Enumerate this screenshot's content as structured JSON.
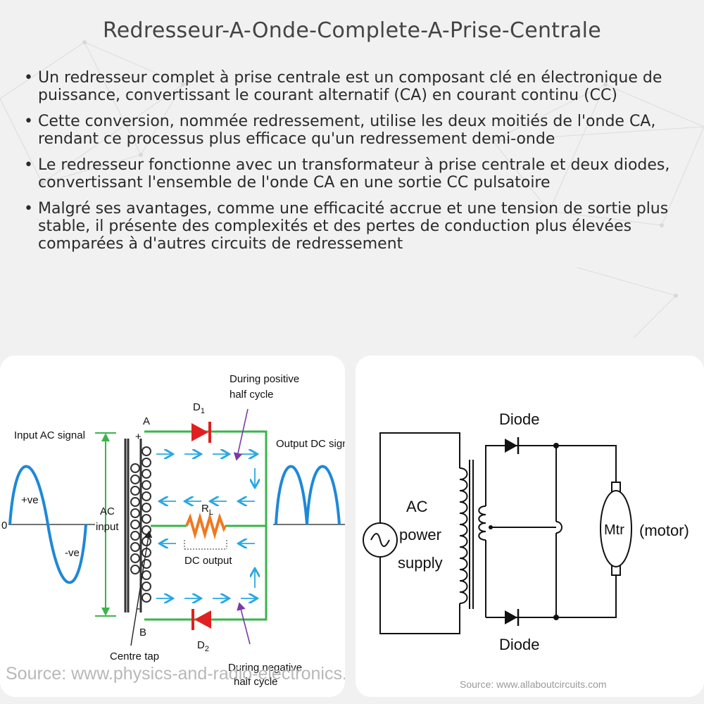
{
  "title": "Redresseur-A-Onde-Complete-A-Prise-Centrale",
  "bullets": [
    "Un redresseur complet à prise centrale est un composant clé en électronique de puissance, convertissant le courant alternatif (CA) en courant continu (CC)",
    "Cette conversion, nommée redressement, utilise les deux moitiés de l'onde CA, rendant ce processus plus efficace qu'un redressement demi-onde",
    "Le redresseur fonctionne avec un transformateur à prise centrale et deux diodes, convertissant l'ensemble de l'onde CA en une sortie CC pulsatoire",
    "Malgré ses avantages, comme une efficacité accrue et une tension de sortie plus stable, il présente des complexités et des pertes de conduction plus élevées comparées à d'autres circuits de redressement"
  ],
  "left_diagram": {
    "input_ac_signal": "Input AC signal",
    "plus_ve": "+ve",
    "minus_ve": "-ve",
    "zero": "0",
    "ac": "AC",
    "input": "input",
    "node_a": "A",
    "node_b": "B",
    "plus_sign": "+",
    "minus_sign": "-",
    "d1": "D",
    "d1_sub": "1",
    "d2": "D",
    "d2_sub": "2",
    "rl": "R",
    "rl_sub": "L",
    "dc_output": "DC output",
    "during_positive_1": "During positive",
    "during_positive_2": "half cycle",
    "during_negative_1": "During negative",
    "during_negative_2": "half cycle",
    "output_dc_signal": "Output DC signal",
    "centre_tap": "Centre tap",
    "source": "Source: www.physics-and-radio-electronics.com",
    "colors": {
      "wire": "#3ab54a",
      "arrow": "#29a8e0",
      "diode": "#e02020",
      "resistor": "#f07820",
      "wave": "#1e88d8",
      "annotation": "#7a3aa8"
    }
  },
  "right_diagram": {
    "diode_top": "Diode",
    "diode_bottom": "Diode",
    "ac_1": "AC",
    "ac_2": "power",
    "ac_3": "supply",
    "motor": "Mtr",
    "motor_label": "(motor)",
    "source": "Source: www.allaboutcircuits.com"
  }
}
